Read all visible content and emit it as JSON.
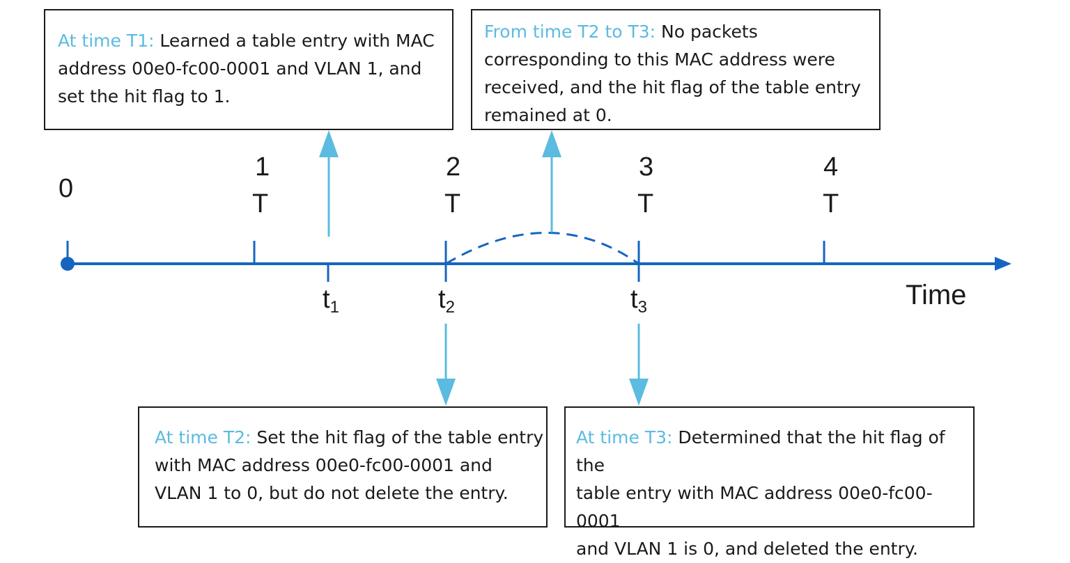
{
  "colors": {
    "axis": "#1565c0",
    "arrow": "#5bbbe0",
    "highlight": "#5bbbe0",
    "text": "#1a1a1a"
  },
  "axis": {
    "origin_label": "0",
    "x_label": "Time",
    "ticks_above": [
      {
        "num": "1",
        "letter": "T"
      },
      {
        "num": "2",
        "letter": "T"
      },
      {
        "num": "3",
        "letter": "T"
      },
      {
        "num": "4",
        "letter": "T"
      }
    ],
    "ticks_below": [
      {
        "base": "t",
        "sub": "1"
      },
      {
        "base": "t",
        "sub": "2"
      },
      {
        "base": "t",
        "sub": "3"
      }
    ]
  },
  "boxes": {
    "t1": {
      "lead": "At time T1:",
      "lines": [
        " Learned a table entry with MAC",
        "address 00e0-fc00-0001 and VLAN 1, and",
        "set the hit flag to 1."
      ]
    },
    "t2_t3": {
      "lead": "From time T2 to T3:",
      "lines": [
        " No packets",
        "corresponding to this MAC address were",
        "received, and the hit flag of the table entry",
        "remained at 0."
      ]
    },
    "t2": {
      "lead": "At time T2:",
      "lines": "  Set the hit flag of the table entry|with MAC address 00e0-fc00-0001 and|VLAN 1 to 0, but do not delete the entry."
    },
    "t3": {
      "lead": "At time T3:",
      "lines": [
        " Determined that the hit flag of the",
        "table entry with MAC address 00e0-fc00-0001",
        "and VLAN 1 is 0, and deleted the entry."
      ]
    }
  }
}
